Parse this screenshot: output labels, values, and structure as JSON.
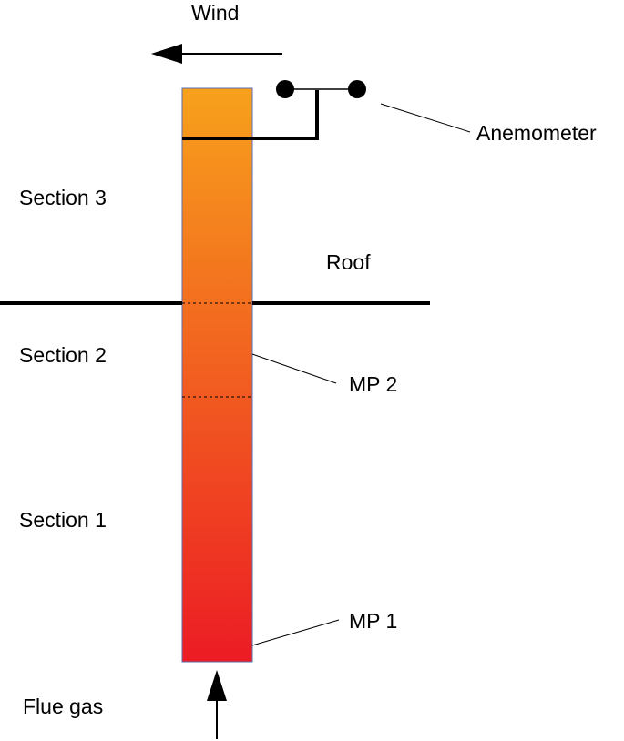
{
  "labels": {
    "wind": "Wind",
    "anemometer": "Anemometer",
    "section3": "Section 3",
    "roof": "Roof",
    "section2": "Section 2",
    "mp2": "MP 2",
    "section1": "Section 1",
    "mp1": "MP 1",
    "flue_gas": "Flue gas"
  },
  "colors": {
    "chimney_top": "#f7a11c",
    "chimney_bottom": "#ec1c24",
    "chimney_border": "#5a6fb0",
    "line": "#000000"
  },
  "icons": {
    "wind_direction": "arrow-left-icon",
    "gas_flow": "arrow-up-icon"
  }
}
